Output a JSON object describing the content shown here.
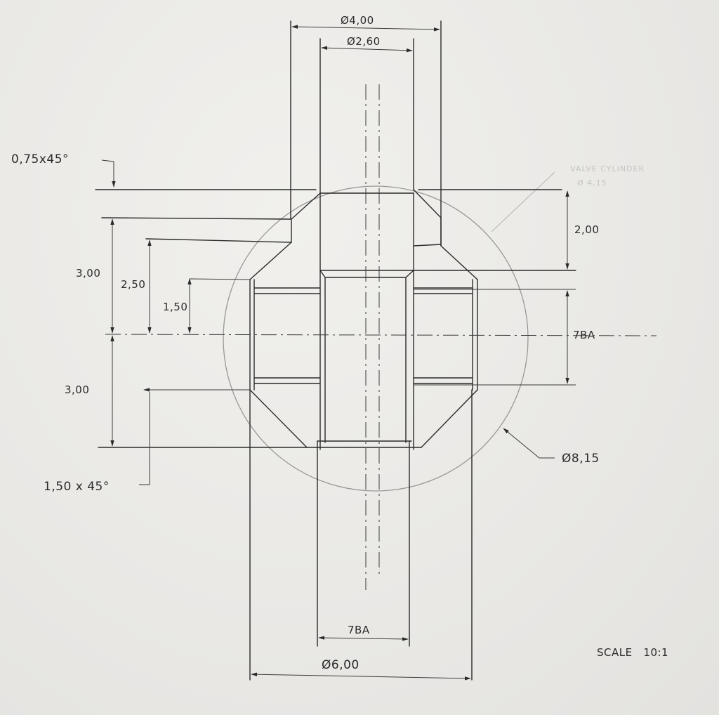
{
  "dimensions": {
    "top_outer_dia": "Ø4,00",
    "top_inner_dia": "Ø2,60",
    "top_chamfer": "0,75x45°",
    "height_upper": "3,00",
    "height_mid": "2,50",
    "height_small": "1,50",
    "height_lower": "3,00",
    "bottom_chamfer": "1,50 x 45°",
    "right_top": "2,00",
    "right_thread": "7BA",
    "sphere_dia": "Ø8,15",
    "bottom_thread": "7BA",
    "bottom_dia": "Ø6,00"
  },
  "scale": "SCALE   10:1",
  "faint_note": {
    "line1": "VALVE CYLINDER",
    "line2": "Ø 4,15"
  }
}
